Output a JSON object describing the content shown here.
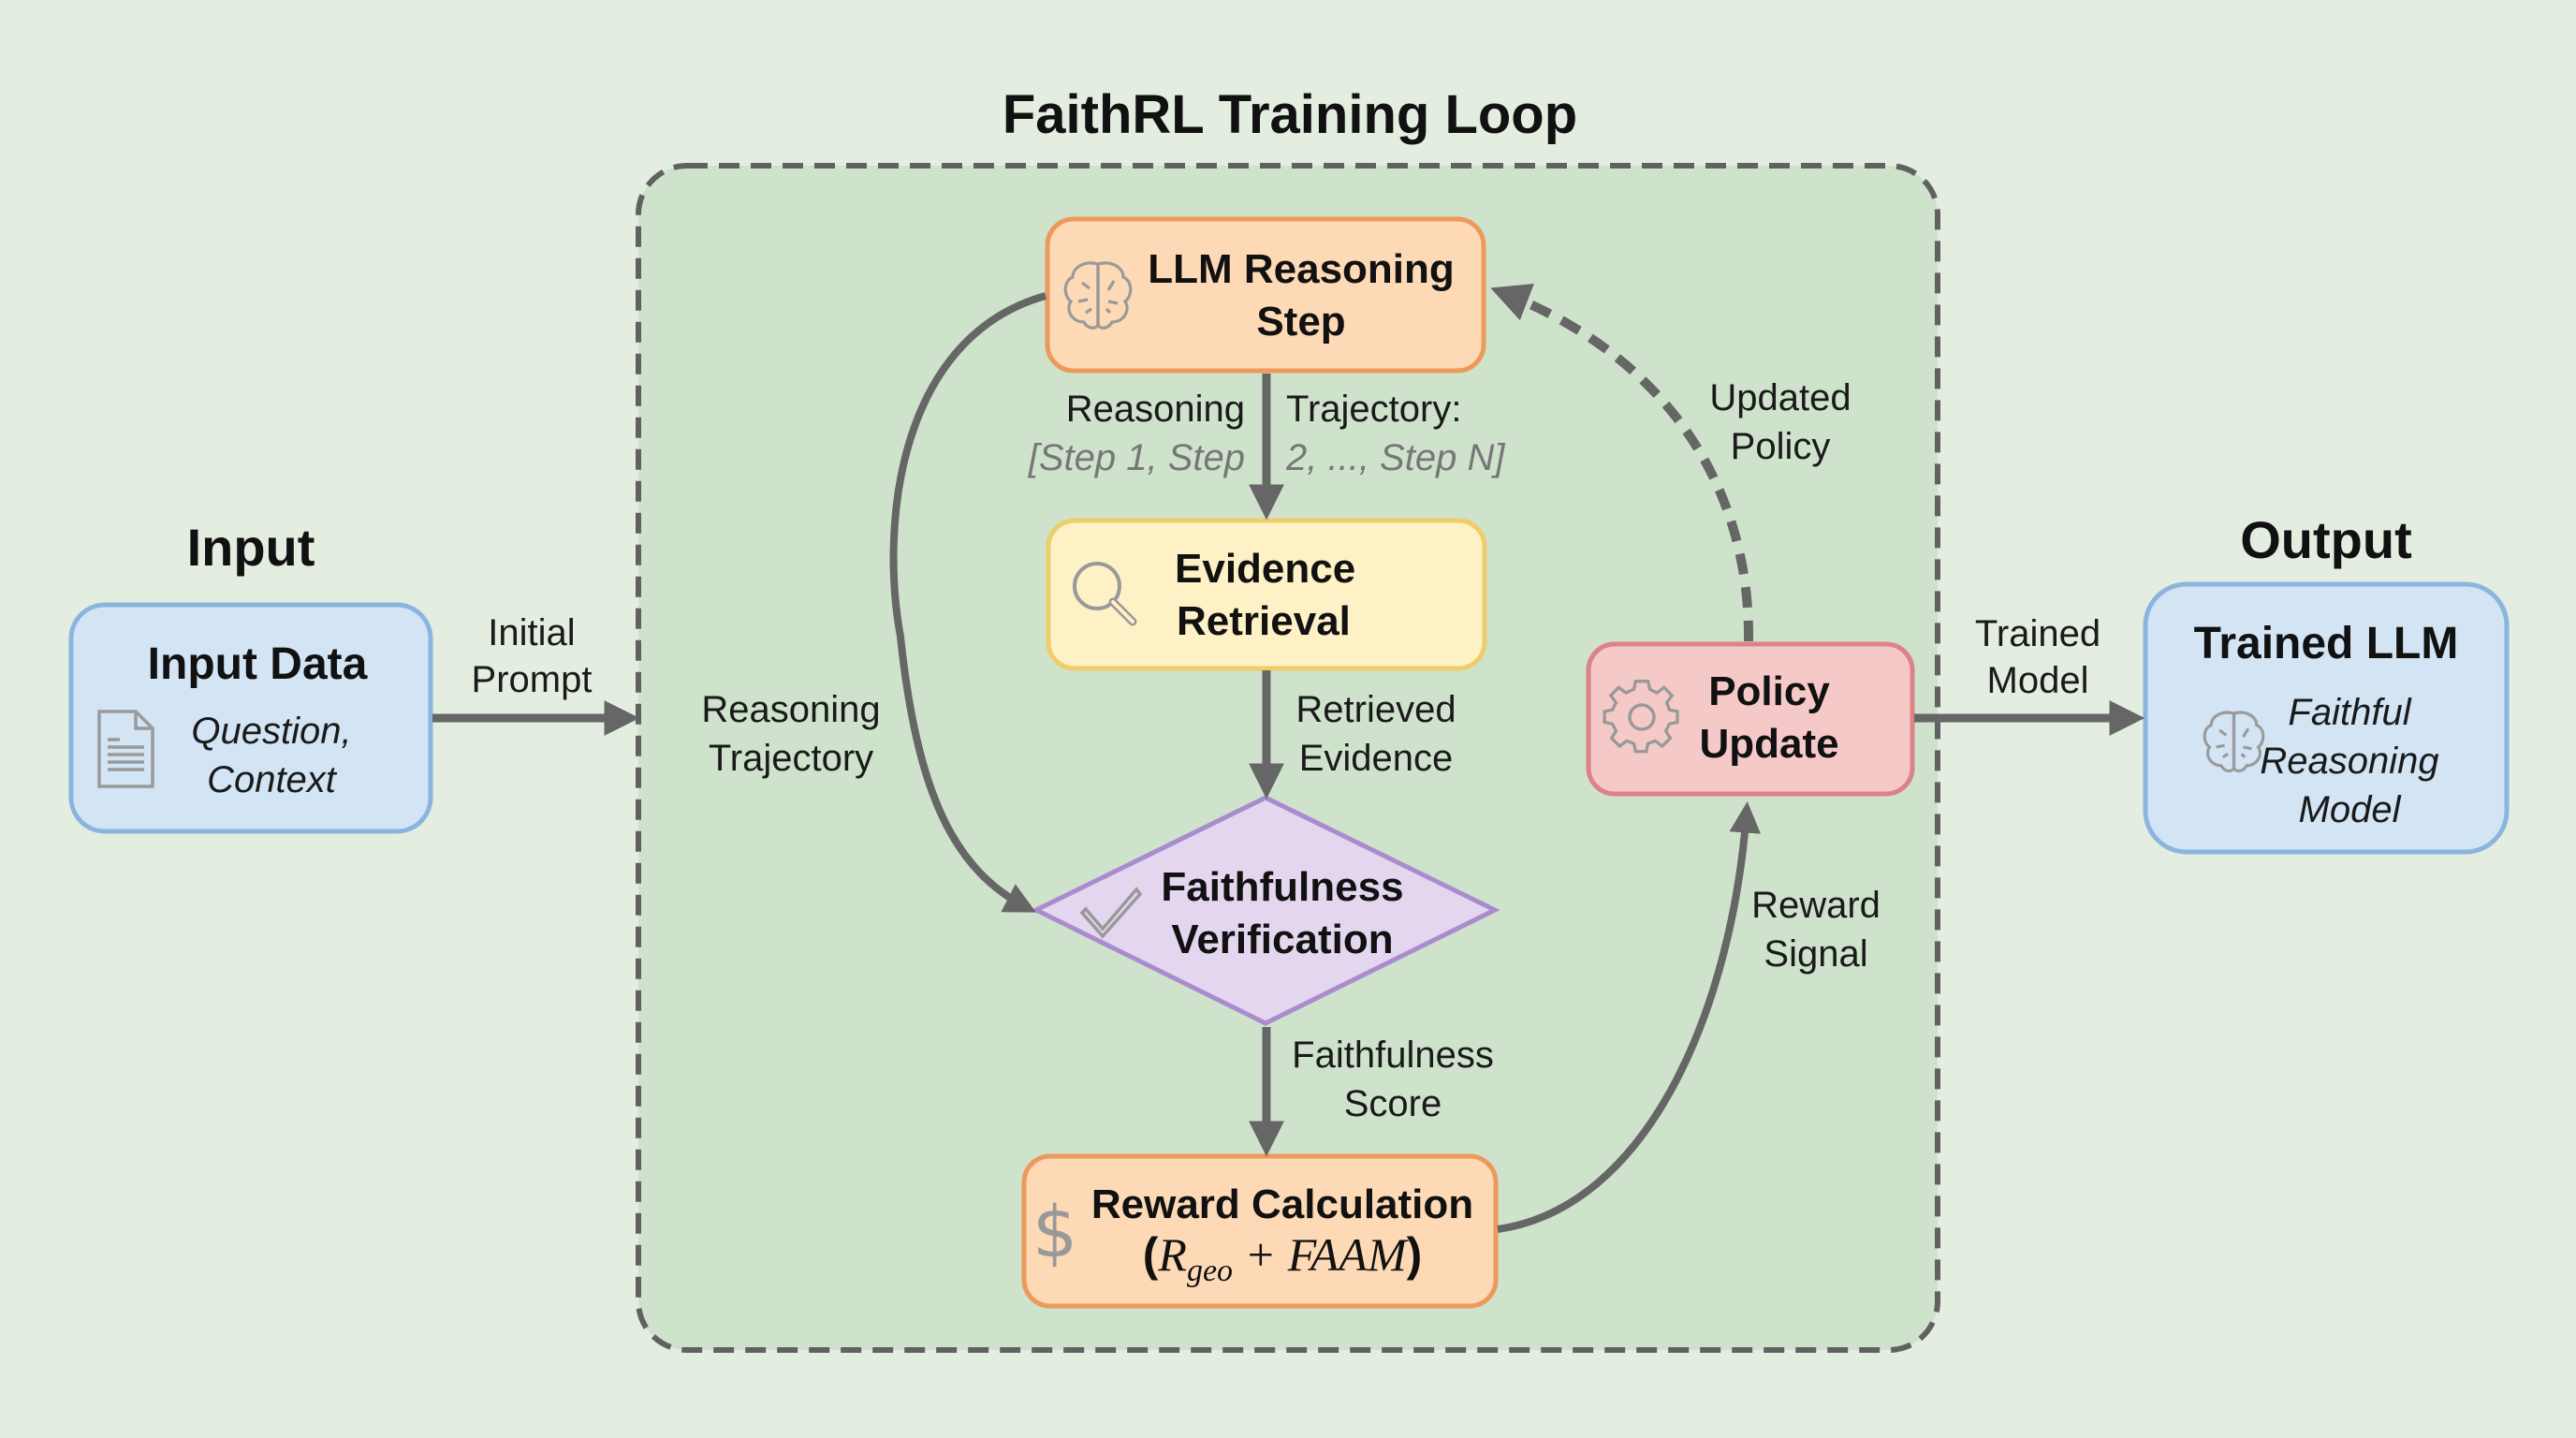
{
  "title": "FaithRL Training Loop",
  "input_section": {
    "heading": "Input",
    "box_title": "Input Data",
    "box_sub_line1": "Question,",
    "box_sub_line2": "Context",
    "icon": "document-icon"
  },
  "output_section": {
    "heading": "Output",
    "box_title": "Trained LLM",
    "box_sub_line1": "Faithful",
    "box_sub_line2": "Reasoning",
    "box_sub_line3": "Model",
    "icon": "brain-icon"
  },
  "nodes": {
    "llm": {
      "line1": "LLM Reasoning",
      "line2": "Step",
      "icon": "brain-icon",
      "fill": "#fdd9b5",
      "stroke": "#ec9a5c"
    },
    "evidence": {
      "line1": "Evidence",
      "line2": "Retrieval",
      "icon": "magnifier-icon",
      "fill": "#fff1c6",
      "stroke": "#edce6a"
    },
    "verify": {
      "line1": "Faithfulness",
      "line2": "Verification",
      "icon": "checkmark-icon",
      "fill": "#e3d6ee",
      "stroke": "#a98ccd"
    },
    "reward": {
      "line1": "Reward Calculation",
      "formula_open": "(",
      "formula_R": "R",
      "formula_sub": "geo",
      "formula_rest": " + FAAM",
      "formula_close": ")",
      "icon": "dollar-icon",
      "fill": "#fdd9b5",
      "stroke": "#ec9a5c"
    },
    "policy": {
      "line1": "Policy",
      "line2": "Update",
      "icon": "gear-icon",
      "fill": "#f6c9c9",
      "stroke": "#dd8287"
    }
  },
  "edges": {
    "initial_prompt": {
      "line1": "Initial",
      "line2": "Prompt"
    },
    "reasoning_trajectory_left": {
      "line1": "Reasoning",
      "line2": "Trajectory"
    },
    "reasoning_trajectory_top": {
      "left_line1": "Reasoning",
      "right_line1": "Trajectory:",
      "left_line2": "[Step 1, Step",
      "right_line2": "2, ..., Step N]"
    },
    "retrieved_evidence": {
      "line1": "Retrieved",
      "line2": "Evidence"
    },
    "faithfulness_score": {
      "line1": "Faithfulness",
      "line2": "Score"
    },
    "reward_signal": {
      "line1": "Reward",
      "line2": "Signal"
    },
    "updated_policy": {
      "line1": "Updated",
      "line2": "Policy"
    },
    "trained_model": {
      "line1": "Trained",
      "line2": "Model"
    }
  },
  "colors": {
    "background": "#e3eee0",
    "loop_fill": "#cfe2cc",
    "loop_border": "#616161",
    "arrow": "#666666",
    "io_fill": "#d3e4f4",
    "io_stroke": "#8bb5df",
    "icon_gray": "#8f8f8f"
  }
}
